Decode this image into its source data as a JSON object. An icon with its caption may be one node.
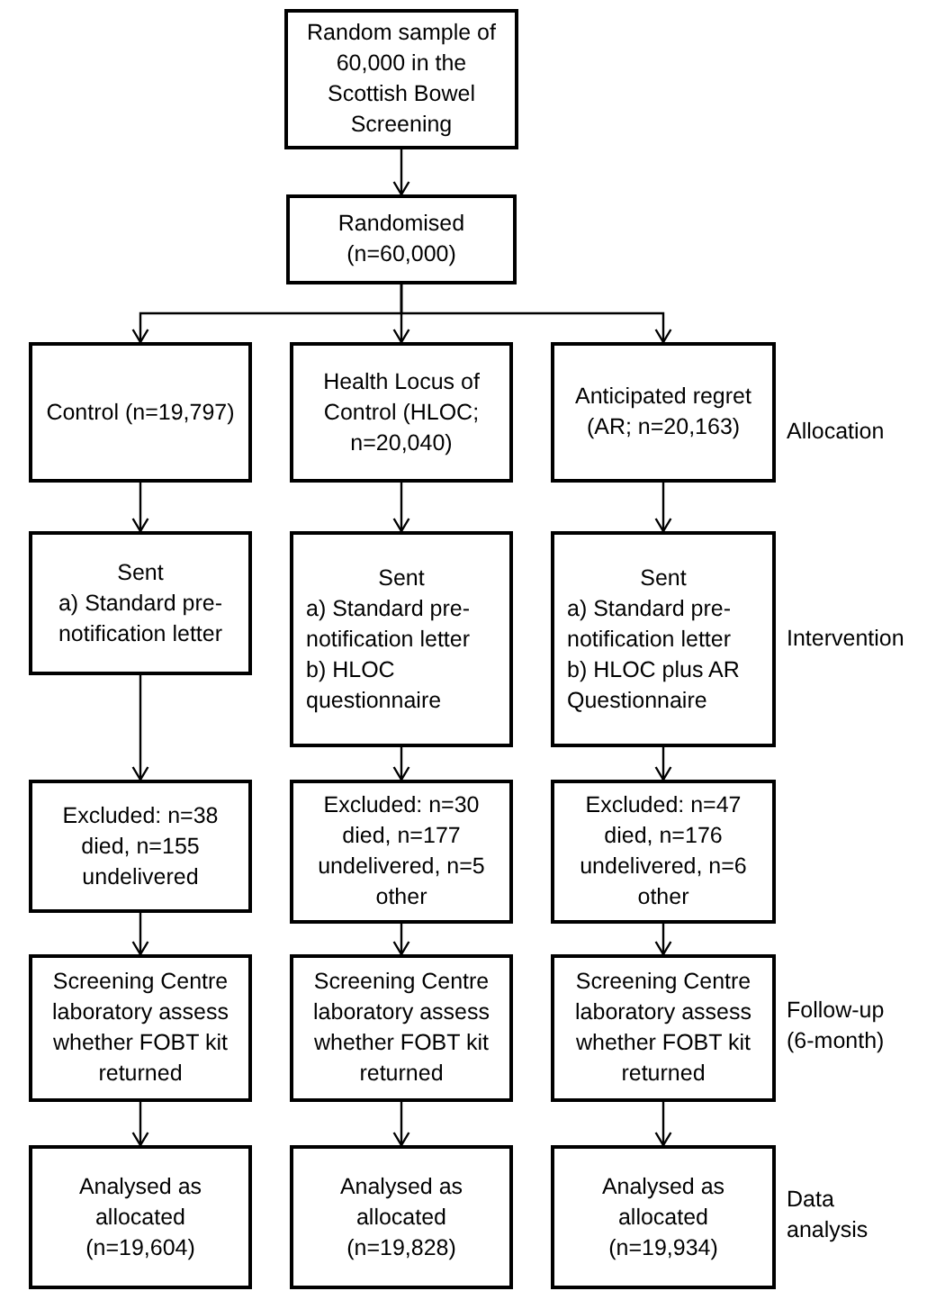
{
  "diagram": {
    "nodes": [
      {
        "text": [
          "Random sample of 60,000 in the Scottish Bowel Screening"
        ]
      },
      {
        "text": [
          "Randomised (n=60,000)"
        ]
      },
      {
        "text": [
          "Control (n=19,797)"
        ]
      },
      {
        "text": [
          "Health Locus of Control (HLOC; n=20,040)"
        ]
      },
      {
        "text": [
          "Anticipated regret (AR; n=20,163)"
        ]
      },
      {
        "text": [
          "Sent",
          "a) Standard pre-notification letter"
        ]
      },
      {
        "text": [
          "Sent",
          "a) Standard pre-notification letter",
          "b) HLOC questionnaire"
        ]
      },
      {
        "text": [
          "Sent",
          "a) Standard pre-notification letter",
          "b) HLOC plus AR Questionnaire"
        ]
      },
      {
        "text": [
          "Excluded: n=38 died, n=155 undelivered"
        ]
      },
      {
        "text": [
          "Excluded: n=30 died, n=177 undelivered, n=5 other"
        ]
      },
      {
        "text": [
          "Excluded: n=47 died, n=176 undelivered, n=6 other"
        ]
      },
      {
        "text": [
          "Screening Centre laboratory assess whether FOBT kit returned"
        ]
      },
      {
        "text": [
          "Screening Centre laboratory assess whether FOBT kit returned"
        ]
      },
      {
        "text": [
          "Screening Centre laboratory assess whether FOBT kit returned"
        ]
      },
      {
        "text": [
          "Analysed as allocated (n=19,604)"
        ]
      },
      {
        "text": [
          "Analysed as allocated (n=19,828)"
        ]
      },
      {
        "text": [
          "Analysed as allocated (n=19,934)"
        ]
      }
    ],
    "edges": [
      {
        "from": 0,
        "to": 1,
        "arrow": "to"
      },
      {
        "from": 1,
        "to": 2,
        "arrow": "to"
      },
      {
        "from": 1,
        "to": 3,
        "arrow": "to"
      },
      {
        "from": 1,
        "to": 4,
        "arrow": "to"
      },
      {
        "from": 2,
        "to": 5,
        "arrow": "to"
      },
      {
        "from": 3,
        "to": 6,
        "arrow": "to"
      },
      {
        "from": 4,
        "to": 7,
        "arrow": "to"
      },
      {
        "from": 5,
        "to": 8,
        "arrow": "to"
      },
      {
        "from": 6,
        "to": 9,
        "arrow": "to"
      },
      {
        "from": 7,
        "to": 10,
        "arrow": "to"
      },
      {
        "from": 8,
        "to": 11,
        "arrow": "to"
      },
      {
        "from": 9,
        "to": 12,
        "arrow": "to"
      },
      {
        "from": 10,
        "to": 13,
        "arrow": "to"
      },
      {
        "from": 11,
        "to": 14,
        "arrow": "to"
      },
      {
        "from": 12,
        "to": 15,
        "arrow": "to"
      },
      {
        "from": 13,
        "to": 16,
        "arrow": "to"
      }
    ],
    "labels": [
      "Allocation",
      "Intervention",
      "Follow-up (6-month)",
      "Data analysis"
    ]
  }
}
